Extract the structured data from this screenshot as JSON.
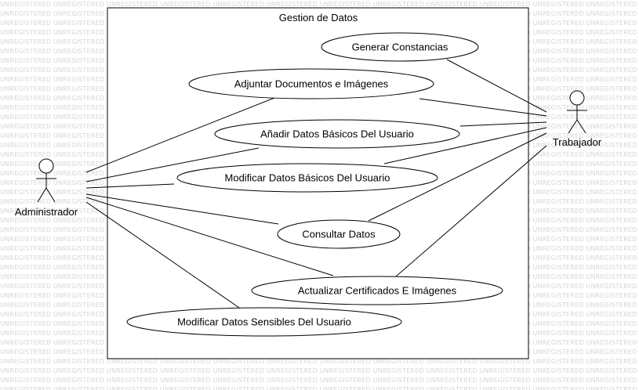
{
  "watermark": "UNREGISTERED",
  "system": {
    "title": "Gestion de Datos"
  },
  "actors": {
    "administrador": "Administrador",
    "trabajador": "Trabajador"
  },
  "use_cases": {
    "generar_constancias": "Generar Constancias",
    "adjuntar_documentos": "Adjuntar Documentos e Imágenes",
    "anadir_datos": "Añadir Datos Básicos Del Usuario",
    "modificar_datos_basicos": "Modificar Datos Básicos Del Usuario",
    "consultar_datos": "Consultar Datos",
    "actualizar_certificados": "Actualizar Certificados E Imágenes",
    "modificar_datos_sensibles": "Modificar Datos Sensibles Del Usuario"
  }
}
